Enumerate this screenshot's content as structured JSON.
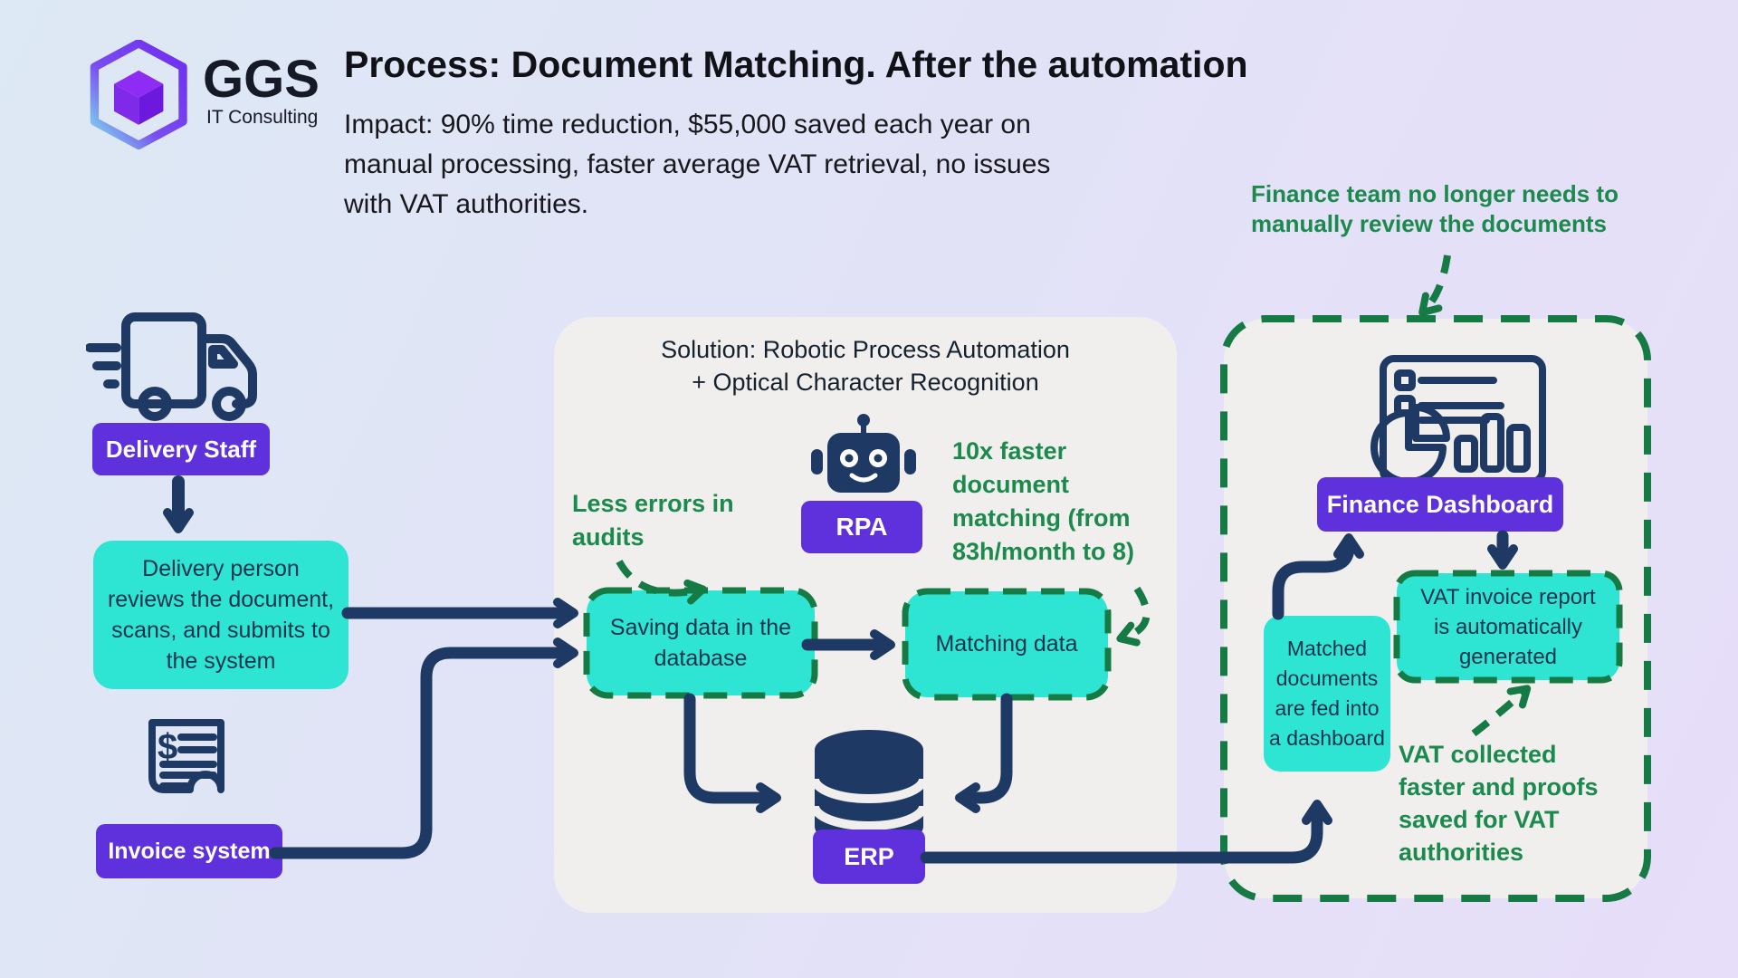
{
  "colors": {
    "navy": "#1e3a64",
    "purple": "#5f31dc",
    "teal": "#2ee5d3",
    "green-line": "#157a43",
    "green-text": "#1b8a4c",
    "panel": "#f0efee",
    "ink": "#111118",
    "box-ink": "#11334e"
  },
  "logo": {
    "brand": "GGS",
    "tagline": "IT Consulting"
  },
  "header": {
    "title": "Process: Document Matching. After the automation",
    "impact_lines": [
      "Impact: 90% time reduction, $55,000 saved each year on",
      "manual processing, faster average VAT retrieval, no issues",
      "with VAT authorities."
    ]
  },
  "left_flow": {
    "delivery_staff_label": "Delivery Staff",
    "delivery_person_lines": [
      "Delivery person",
      "reviews the document,",
      "scans, and submits to",
      "the system"
    ],
    "invoice_system_label": "Invoice system"
  },
  "solution_panel": {
    "heading_lines": [
      "Solution: Robotic Process Automation",
      "+ Optical Character Recognition"
    ],
    "rpa_label": "RPA",
    "saving_box_lines": [
      "Saving data in the",
      "database"
    ],
    "matching_box_label": "Matching data",
    "erp_label": "ERP"
  },
  "annotations": {
    "finance_team_lines": [
      "Finance team no longer needs to",
      "manually review the documents"
    ],
    "less_errors_lines": [
      "Less errors in",
      "audits"
    ],
    "faster_matching_lines": [
      "10x faster",
      "document",
      "matching (from",
      "83h/month to 8)"
    ],
    "vat_collected_lines": [
      "VAT collected",
      "faster and proofs",
      "saved for VAT",
      "authorities"
    ]
  },
  "dashboard_panel": {
    "finance_dashboard_label": "Finance Dashboard",
    "vat_report_lines": [
      "VAT invoice report",
      "is automatically",
      "generated"
    ],
    "matched_documents_lines": [
      "Matched",
      "documents",
      "are fed into",
      "a dashboard"
    ]
  }
}
